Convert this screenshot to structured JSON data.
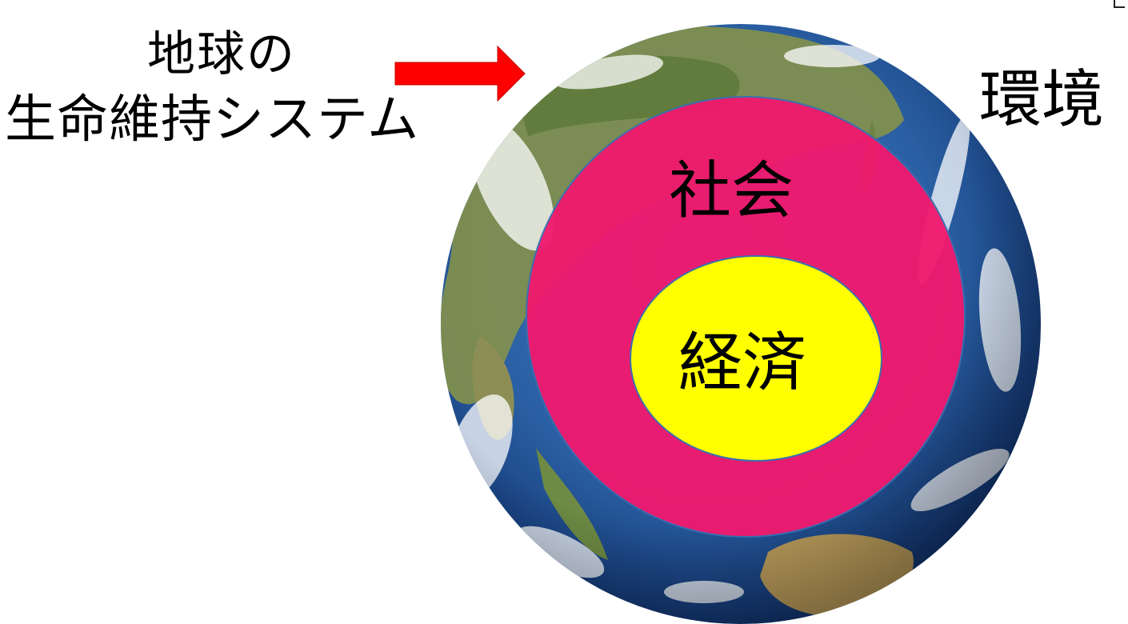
{
  "diagram": {
    "life_support_label": {
      "line1": "地球の",
      "line2": "生命維持システム"
    },
    "environment_label": "環境",
    "society_label": "社会",
    "economy_label": "経済"
  },
  "colors": {
    "arrow": "#ff0000",
    "society_fill": "#f01a6e",
    "economy_fill": "#ffff00",
    "ocean": "#2a5fa3",
    "land": "#7a8a4a",
    "cloud": "#ffffff"
  },
  "icons": {
    "arrow": "right-arrow-icon",
    "globe": "earth-globe-icon"
  }
}
